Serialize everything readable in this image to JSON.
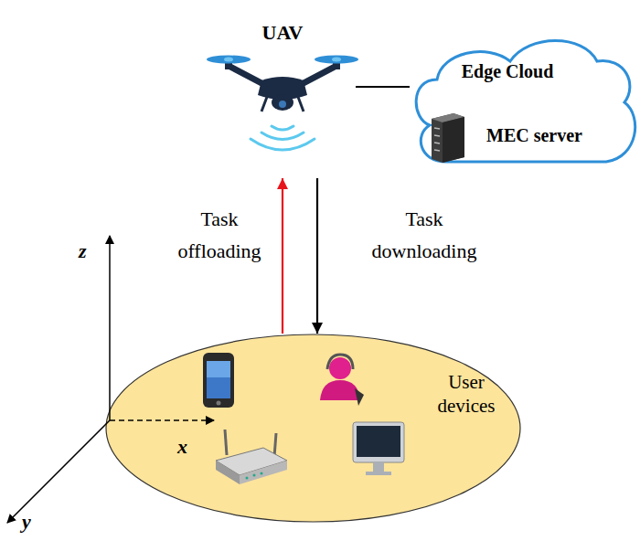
{
  "diagram": {
    "nodes": [
      {
        "text": [
          "UAV"
        ]
      },
      {
        "text": [
          "Edge Cloud",
          "MEC server"
        ]
      },
      {
        "text": [
          "User devices"
        ]
      }
    ],
    "edges": [
      {
        "from": 2,
        "to": 0,
        "arrow": "to",
        "label": "Task offloading"
      },
      {
        "from": 0,
        "to": 2,
        "arrow": "to",
        "label": "Task downloading"
      },
      {
        "from": 0,
        "to": 1,
        "arrow": "none"
      }
    ],
    "labels": [
      "z",
      "x",
      "y"
    ]
  }
}
